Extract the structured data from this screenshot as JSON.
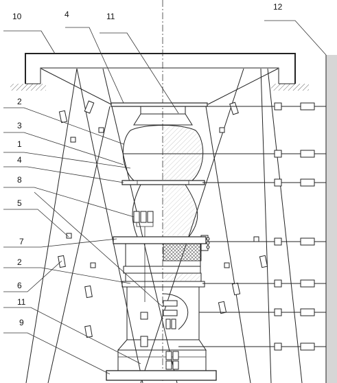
{
  "labels": {
    "l10": "10",
    "l4a": "4",
    "l11a": "11",
    "l12": "12",
    "l2a": "2",
    "l3": "3",
    "l1": "1",
    "l4b": "4",
    "l8": "8",
    "l5": "5",
    "l7": "7",
    "l2b": "2",
    "l6": "6",
    "l11b": "11",
    "l9": "9"
  },
  "colors": {
    "line": "#222222",
    "ground": "#cfcfcf",
    "hatch": "#888888",
    "background": "#ffffff"
  }
}
